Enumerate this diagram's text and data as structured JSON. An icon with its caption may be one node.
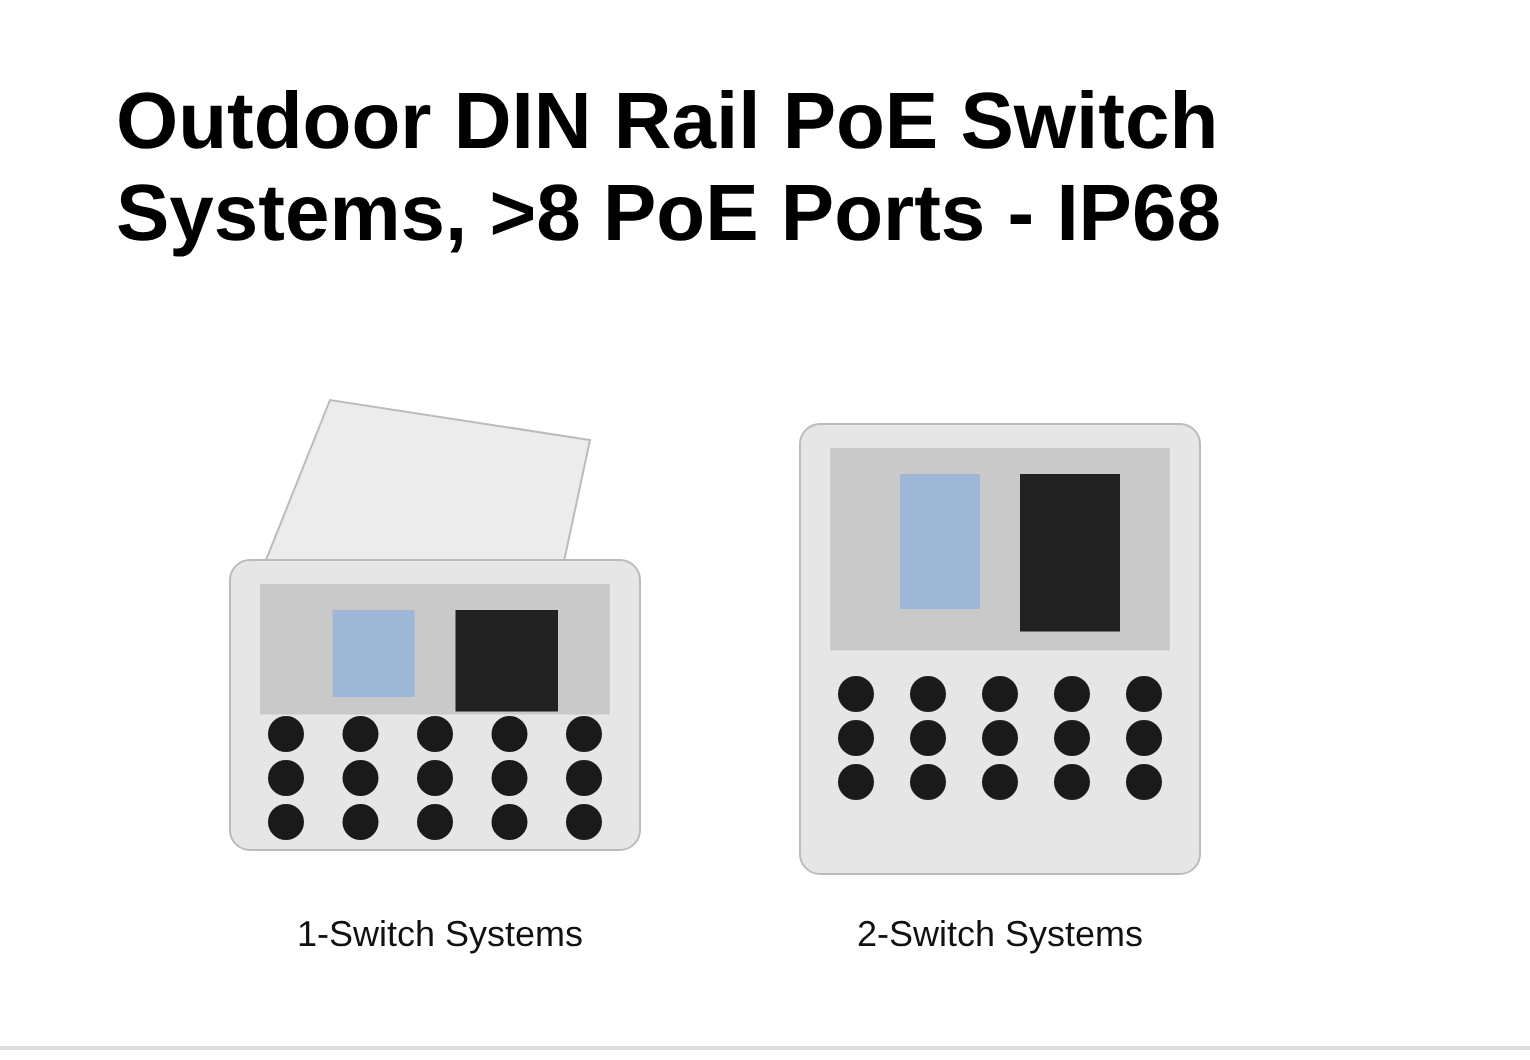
{
  "diagram": {
    "title": "Outdoor DIN Rail PoE Switch Systems, >8 PoE Ports - IP68",
    "labels": [
      "1-Switch Systems",
      "2-Switch Systems"
    ]
  }
}
